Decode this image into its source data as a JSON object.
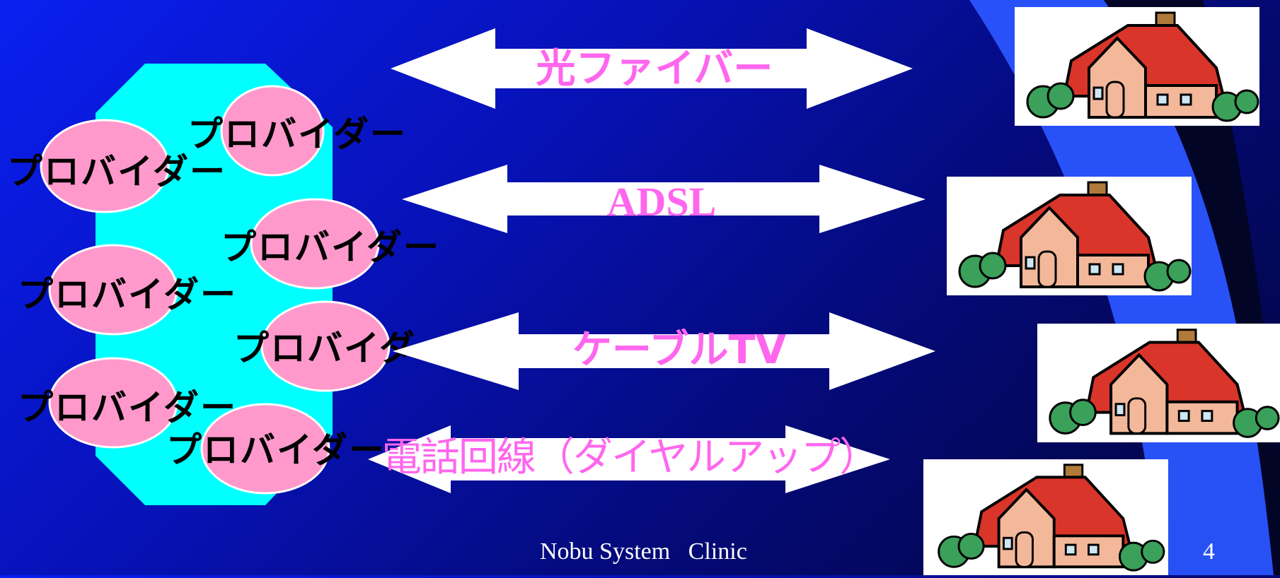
{
  "slide": {
    "providers": [
      {
        "label": "プロバイダー"
      },
      {
        "label": "プロバイダー"
      },
      {
        "label": "プロバイダー"
      },
      {
        "label": "プロバイダー"
      },
      {
        "label": "プロバイダー"
      },
      {
        "label": "プロバイダー"
      },
      {
        "label": "プロバイダー"
      }
    ],
    "connections": [
      {
        "label": "光ファイバー"
      },
      {
        "label": "ADSL"
      },
      {
        "label": "ケーブルTV"
      },
      {
        "label": "電話回線（ダイヤルアップ）"
      }
    ],
    "footer": {
      "text": "Nobu System   Clinic",
      "page_number": "4"
    },
    "colors": {
      "background": "#0a1ff0",
      "network_shape": "#00ffff",
      "provider_ellipse": "#ff99cc",
      "connection_label": "#ff66ee",
      "arrow": "#ffffff"
    },
    "icons": [
      "house-icon",
      "house-icon",
      "house-icon",
      "house-icon"
    ]
  }
}
